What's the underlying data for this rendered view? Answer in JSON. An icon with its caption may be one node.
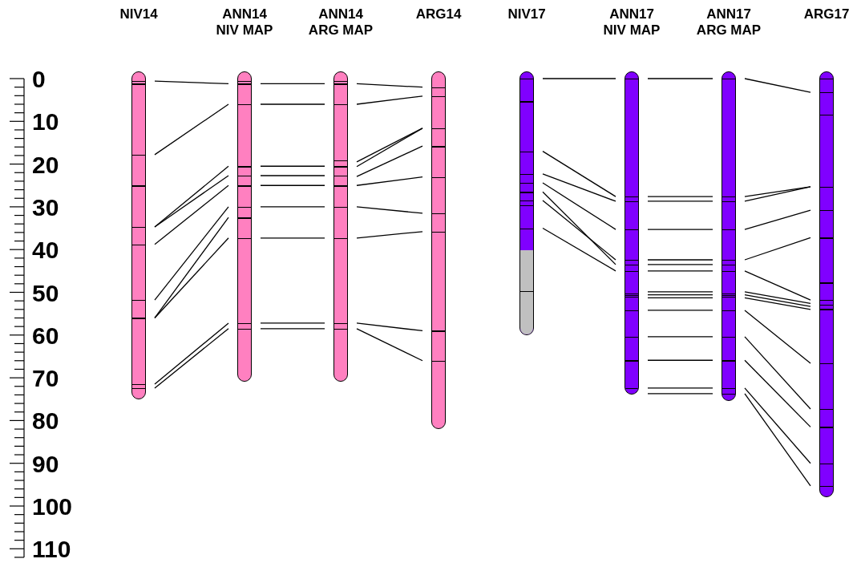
{
  "diagram": {
    "nodes": [
      {
        "text": [
          "NIV14"
        ]
      },
      {
        "text": [
          "ANN14 NIV MAP"
        ]
      },
      {
        "text": [
          "ANN14 ARG MAP"
        ]
      },
      {
        "text": [
          "ARG14"
        ]
      },
      {
        "text": [
          "NIV17"
        ]
      },
      {
        "text": [
          "ANN17 NIV MAP"
        ]
      },
      {
        "text": [
          "ANN17 ARG MAP"
        ]
      },
      {
        "text": [
          "ARG17"
        ]
      }
    ],
    "edges": [
      {
        "from": 0,
        "to": 1,
        "arrow": "none"
      },
      {
        "from": 0,
        "to": 1,
        "arrow": "none"
      },
      {
        "from": 0,
        "to": 1,
        "arrow": "none"
      },
      {
        "from": 0,
        "to": 1,
        "arrow": "none"
      },
      {
        "from": 0,
        "to": 1,
        "arrow": "none"
      },
      {
        "from": 0,
        "to": 1,
        "arrow": "none"
      },
      {
        "from": 0,
        "to": 1,
        "arrow": "none"
      },
      {
        "from": 0,
        "to": 1,
        "arrow": "none"
      },
      {
        "from": 0,
        "to": 1,
        "arrow": "none"
      },
      {
        "from": 0,
        "to": 1,
        "arrow": "none"
      },
      {
        "from": 1,
        "to": 2,
        "arrow": "none"
      },
      {
        "from": 1,
        "to": 2,
        "arrow": "none"
      },
      {
        "from": 1,
        "to": 2,
        "arrow": "none"
      },
      {
        "from": 1,
        "to": 2,
        "arrow": "none"
      },
      {
        "from": 1,
        "to": 2,
        "arrow": "none"
      },
      {
        "from": 1,
        "to": 2,
        "arrow": "none"
      },
      {
        "from": 1,
        "to": 2,
        "arrow": "none"
      },
      {
        "from": 1,
        "to": 2,
        "arrow": "none"
      },
      {
        "from": 1,
        "to": 2,
        "arrow": "none"
      },
      {
        "from": 2,
        "to": 3,
        "arrow": "none"
      },
      {
        "from": 2,
        "to": 3,
        "arrow": "none"
      },
      {
        "from": 2,
        "to": 3,
        "arrow": "none"
      },
      {
        "from": 2,
        "to": 3,
        "arrow": "none"
      },
      {
        "from": 2,
        "to": 3,
        "arrow": "none"
      },
      {
        "from": 2,
        "to": 3,
        "arrow": "none"
      },
      {
        "from": 2,
        "to": 3,
        "arrow": "none"
      },
      {
        "from": 2,
        "to": 3,
        "arrow": "none"
      },
      {
        "from": 2,
        "to": 3,
        "arrow": "none"
      },
      {
        "from": 2,
        "to": 3,
        "arrow": "none"
      },
      {
        "from": 4,
        "to": 5,
        "arrow": "none"
      },
      {
        "from": 4,
        "to": 5,
        "arrow": "none"
      },
      {
        "from": 4,
        "to": 5,
        "arrow": "none"
      },
      {
        "from": 4,
        "to": 5,
        "arrow": "none"
      },
      {
        "from": 4,
        "to": 5,
        "arrow": "none"
      },
      {
        "from": 4,
        "to": 5,
        "arrow": "none"
      },
      {
        "from": 4,
        "to": 5,
        "arrow": "none"
      },
      {
        "from": 5,
        "to": 6,
        "arrow": "none"
      },
      {
        "from": 5,
        "to": 6,
        "arrow": "none"
      },
      {
        "from": 5,
        "to": 6,
        "arrow": "none"
      },
      {
        "from": 5,
        "to": 6,
        "arrow": "none"
      },
      {
        "from": 5,
        "to": 6,
        "arrow": "none"
      },
      {
        "from": 5,
        "to": 6,
        "arrow": "none"
      },
      {
        "from": 5,
        "to": 6,
        "arrow": "none"
      },
      {
        "from": 5,
        "to": 6,
        "arrow": "none"
      },
      {
        "from": 5,
        "to": 6,
        "arrow": "none"
      },
      {
        "from": 5,
        "to": 6,
        "arrow": "none"
      },
      {
        "from": 5,
        "to": 6,
        "arrow": "none"
      },
      {
        "from": 5,
        "to": 6,
        "arrow": "none"
      },
      {
        "from": 5,
        "to": 6,
        "arrow": "none"
      },
      {
        "from": 5,
        "to": 6,
        "arrow": "none"
      },
      {
        "from": 5,
        "to": 6,
        "arrow": "none"
      },
      {
        "from": 6,
        "to": 7,
        "arrow": "none"
      },
      {
        "from": 6,
        "to": 7,
        "arrow": "none"
      },
      {
        "from": 6,
        "to": 7,
        "arrow": "none"
      },
      {
        "from": 6,
        "to": 7,
        "arrow": "none"
      },
      {
        "from": 6,
        "to": 7,
        "arrow": "none"
      },
      {
        "from": 6,
        "to": 7,
        "arrow": "none"
      },
      {
        "from": 6,
        "to": 7,
        "arrow": "none"
      },
      {
        "from": 6,
        "to": 7,
        "arrow": "none"
      },
      {
        "from": 6,
        "to": 7,
        "arrow": "none"
      },
      {
        "from": 6,
        "to": 7,
        "arrow": "none"
      },
      {
        "from": 6,
        "to": 7,
        "arrow": "none"
      },
      {
        "from": 6,
        "to": 7,
        "arrow": "none"
      },
      {
        "from": 6,
        "to": 7,
        "arrow": "none"
      },
      {
        "from": 6,
        "to": 7,
        "arrow": "none"
      }
    ],
    "labels": [
      "0",
      "10",
      "20",
      "30",
      "40",
      "50",
      "60",
      "70",
      "80",
      "90",
      "100",
      "110"
    ]
  }
}
